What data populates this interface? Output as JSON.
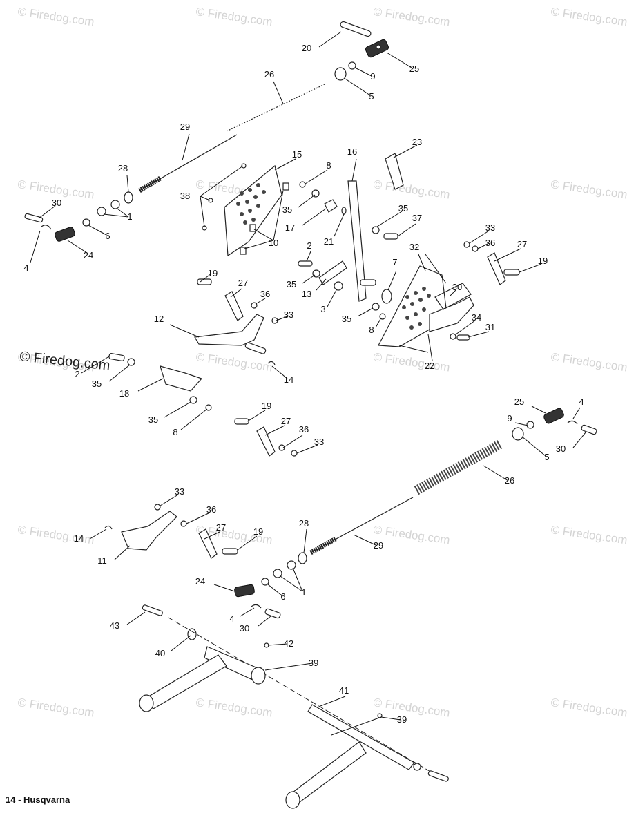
{
  "watermark": "© Firedog.com",
  "footer": "14 - Husqvarna",
  "callouts": [
    "1",
    "2",
    "3",
    "4",
    "5",
    "6",
    "7",
    "8",
    "9",
    "10",
    "11",
    "12",
    "13",
    "14",
    "15",
    "16",
    "17",
    "18",
    "19",
    "20",
    "21",
    "22",
    "23",
    "24",
    "25",
    "26",
    "27",
    "28",
    "29",
    "30",
    "31",
    "32",
    "33",
    "34",
    "35",
    "36",
    "37",
    "38",
    "39",
    "40",
    "41",
    "42",
    "43"
  ]
}
